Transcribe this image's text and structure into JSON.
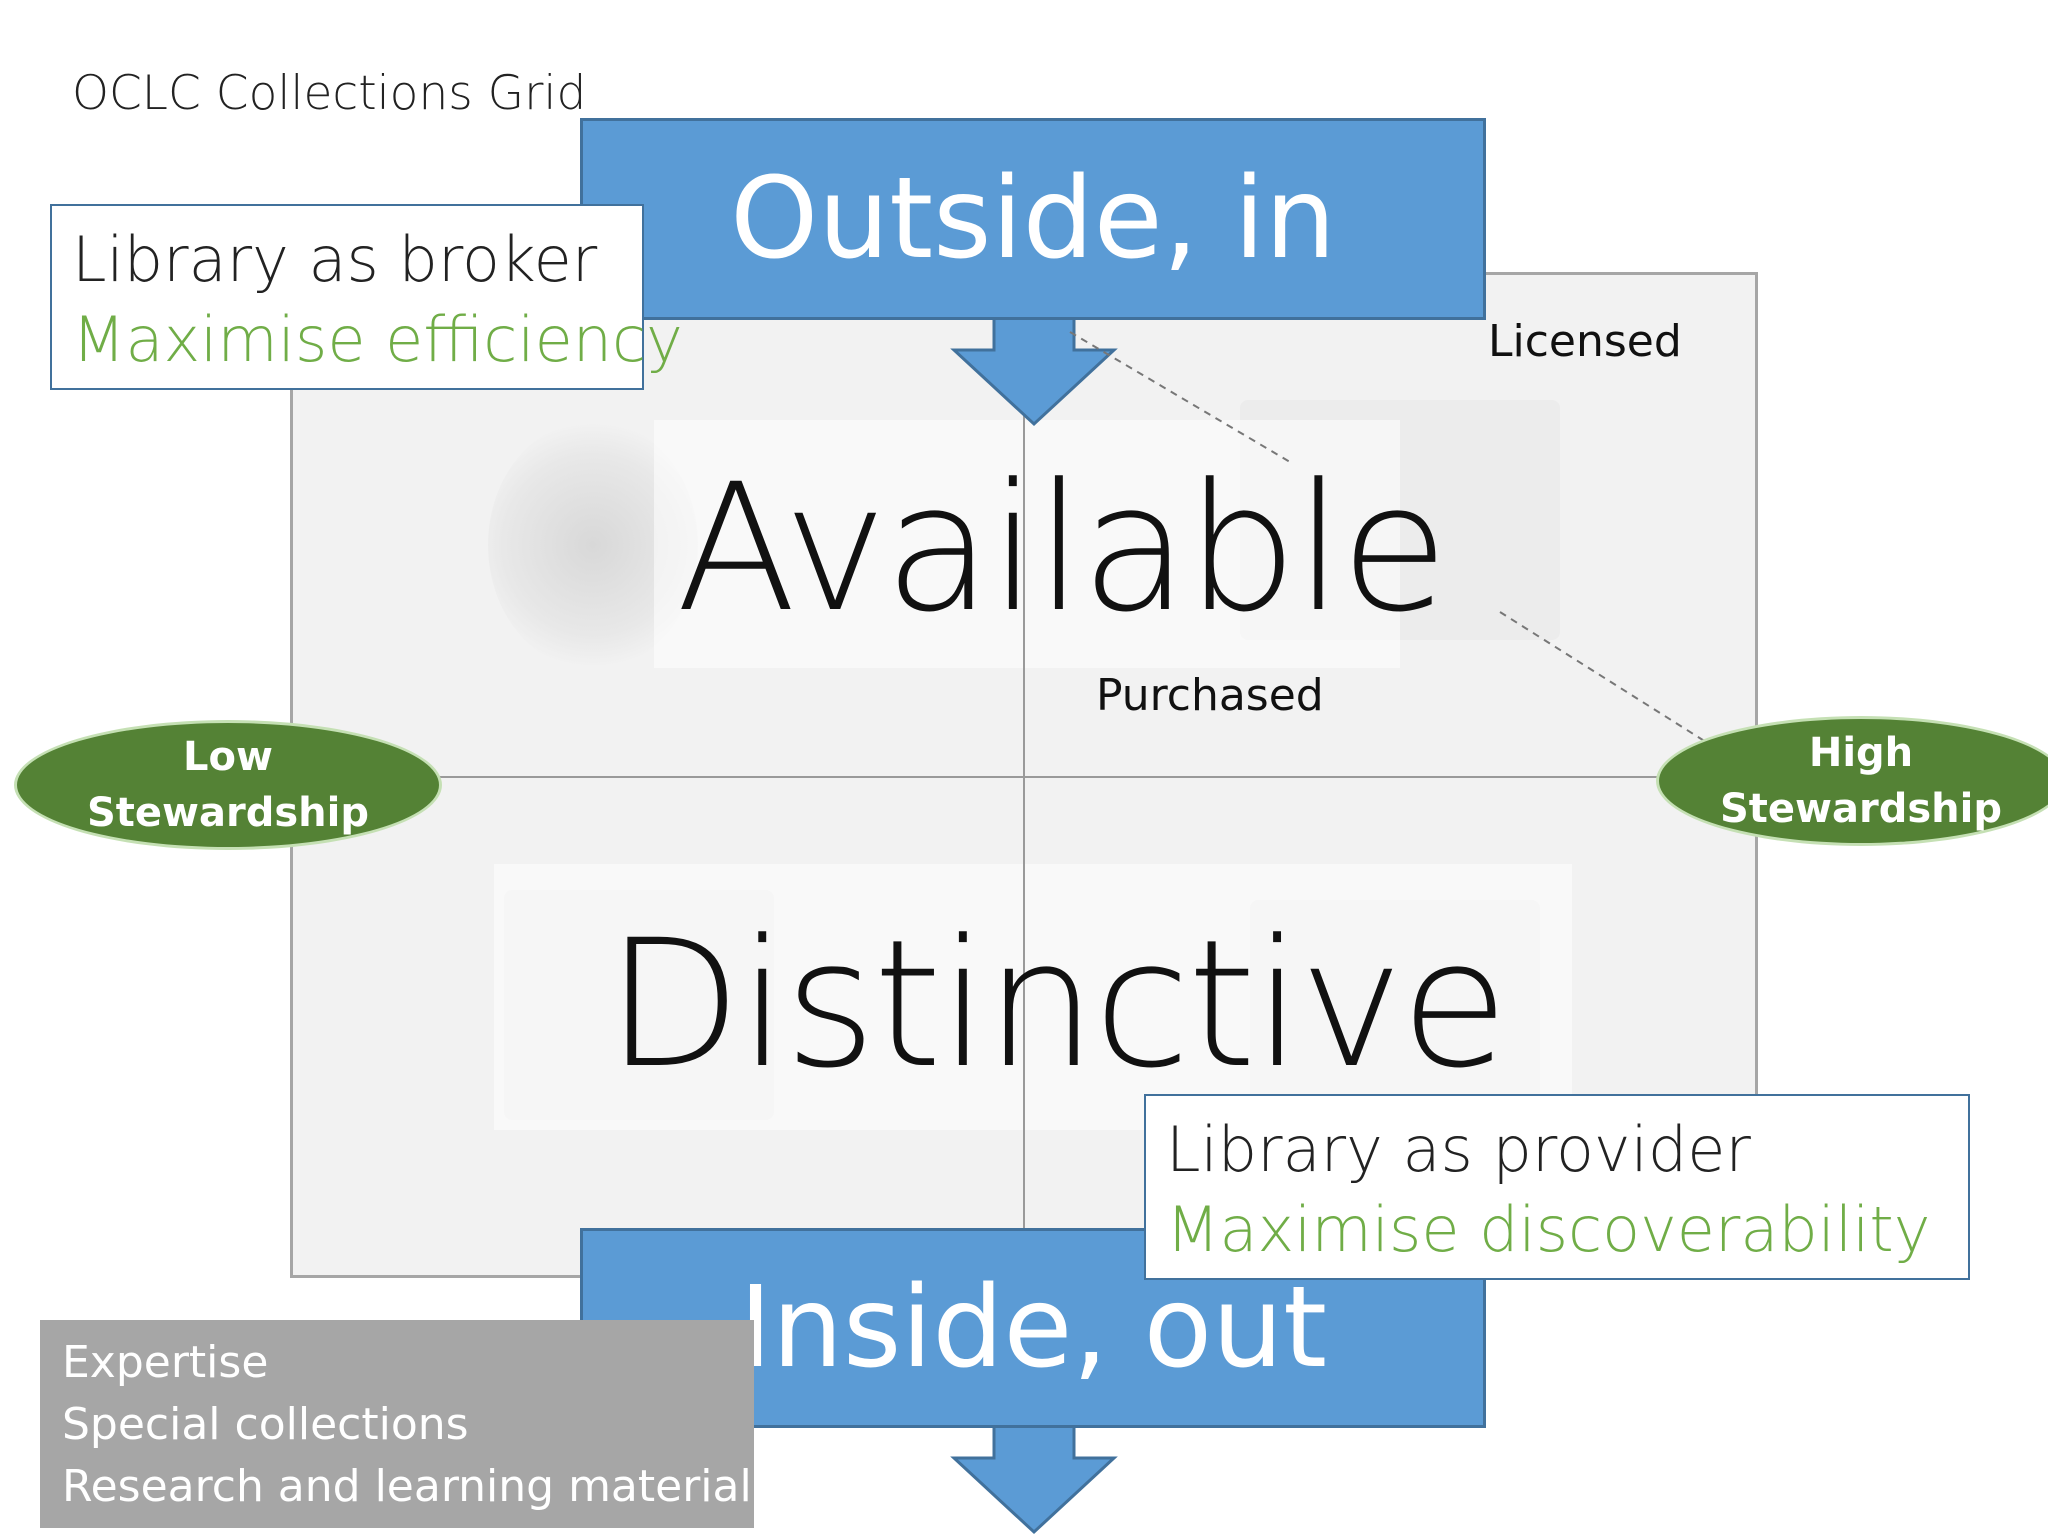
{
  "title": "OCLC Collections Grid",
  "top_arrow_label": "Outside, in",
  "bottom_arrow_label": "Inside, out",
  "upper_quadrant_word": "Available",
  "lower_quadrant_word": "Distinctive",
  "labels": {
    "licensed": "Licensed",
    "purchased": "Purchased"
  },
  "broker_box": {
    "line1": "Library as broker",
    "line2": "Maximise efficiency"
  },
  "provider_box": {
    "line1": "Library as provider",
    "line2": "Maximise discoverability"
  },
  "low_stewardship": {
    "line1": "Low",
    "line2": "Stewardship"
  },
  "high_stewardship": {
    "line1": "High",
    "line2": "Stewardship"
  },
  "grey_box_items": [
    "Expertise",
    "Special collections",
    "Research and learning materials"
  ],
  "colors": {
    "blue_fill": "#5b9bd5",
    "blue_border": "#41719c",
    "green_ellipse": "#548235",
    "green_text": "#70ad47",
    "grey_box": "#a6a6a6"
  }
}
